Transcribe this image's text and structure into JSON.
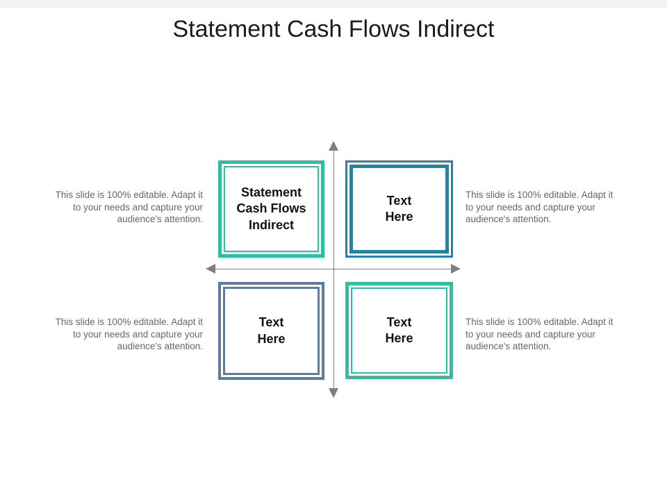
{
  "title": "Statement Cash Flows Indirect",
  "theme": {
    "background": "#ffffff",
    "top_strip_color": "#f3f3f3",
    "title_color": "#1b1b1b",
    "caption_color": "#666666",
    "axis_color": "#7f7f7f",
    "box_text_color": "#111111",
    "teal_accent": "#2dbfa2",
    "blue_accent": "#2185a8",
    "slate_accent": "#5c7ca6"
  },
  "quadrants": {
    "top_left": {
      "label": "Statement Cash Flows Indirect",
      "border_color": "#2dbfa2"
    },
    "top_right": {
      "label": "Text\nHere",
      "border_color": "#2185a8"
    },
    "bottom_left": {
      "label": "Text\nHere",
      "border_color": "#5c7ca6"
    },
    "bottom_right": {
      "label": "Text\nHere",
      "border_color": "#2dbfa2"
    }
  },
  "captions": {
    "top_left": "This slide is 100% editable.  Adapt it to your needs and capture your audience's attention.",
    "top_right": "This slide is 100% editable.  Adapt it to your needs and capture your audience's attention.",
    "bottom_left": "This slide is 100% editable.  Adapt it to your needs and capture your audience's attention.",
    "bottom_right": "This slide is 100% editable.  Adapt it to your needs and capture your audience's attention."
  }
}
